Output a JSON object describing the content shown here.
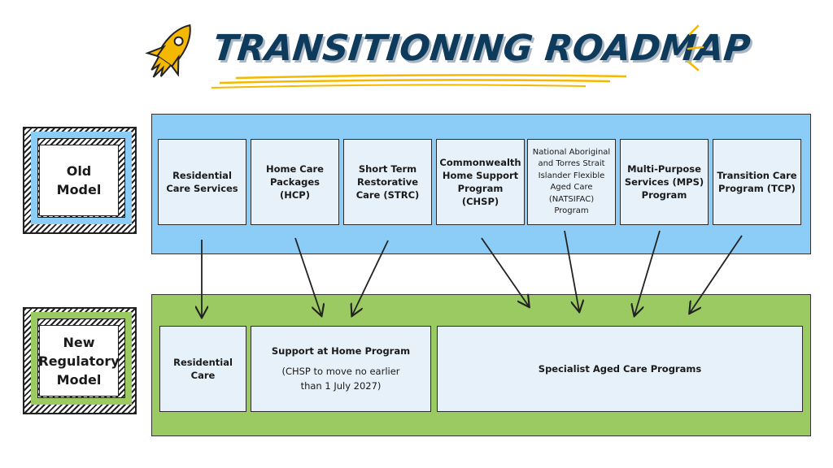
{
  "title": "TRANSITIONING ROADMAP",
  "colors": {
    "title": "#0e3a5c",
    "accent_yellow": "#f5b800",
    "old_model_bg": "#8ccdf7",
    "new_model_bg": "#9cca62",
    "card_bg": "#e7f1f9"
  },
  "icons": {
    "rocket": "rocket-icon",
    "sparks": "sparkle-lines-icon"
  },
  "old_model": {
    "label": "Old\nModel",
    "programs": [
      {
        "text": "Residential\nCare Services"
      },
      {
        "text": "Home Care\nPackages (HCP)"
      },
      {
        "text": "Short Term\nRestorative\nCare (STRC)"
      },
      {
        "text": "Commonwealth\nHome Support\nProgram\n(CHSP)"
      },
      {
        "text": "National Aboriginal\nand Torres Strait\nIslander Flexible\nAged Care\n(NATSIFAC)\nProgram"
      },
      {
        "text": "Multi-Purpose\nServices (MPS)\nProgram"
      },
      {
        "text": "Transition Care\nProgram (TCP)"
      }
    ]
  },
  "new_model": {
    "label": "New\nRegulatory\nModel",
    "programs": [
      {
        "text": "Residential\nCare",
        "note": ""
      },
      {
        "text": "Support at Home Program",
        "note": "(CHSP to move no earlier\nthan 1 July 2027)"
      },
      {
        "text": "Specialist Aged Care Programs",
        "note": ""
      }
    ]
  },
  "mappings": [
    {
      "from": "Residential Care Services",
      "to": "Residential Care"
    },
    {
      "from": "Home Care Packages (HCP)",
      "to": "Support at Home Program"
    },
    {
      "from": "Short Term Restorative Care (STRC)",
      "to": "Support at Home Program"
    },
    {
      "from": "Commonwealth Home Support Program (CHSP)",
      "to": "Specialist Aged Care Programs"
    },
    {
      "from": "National Aboriginal and Torres Strait Islander Flexible Aged Care (NATSIFAC) Program",
      "to": "Specialist Aged Care Programs"
    },
    {
      "from": "Multi-Purpose Services (MPS) Program",
      "to": "Specialist Aged Care Programs"
    },
    {
      "from": "Transition Care Program (TCP)",
      "to": "Specialist Aged Care Programs"
    }
  ]
}
